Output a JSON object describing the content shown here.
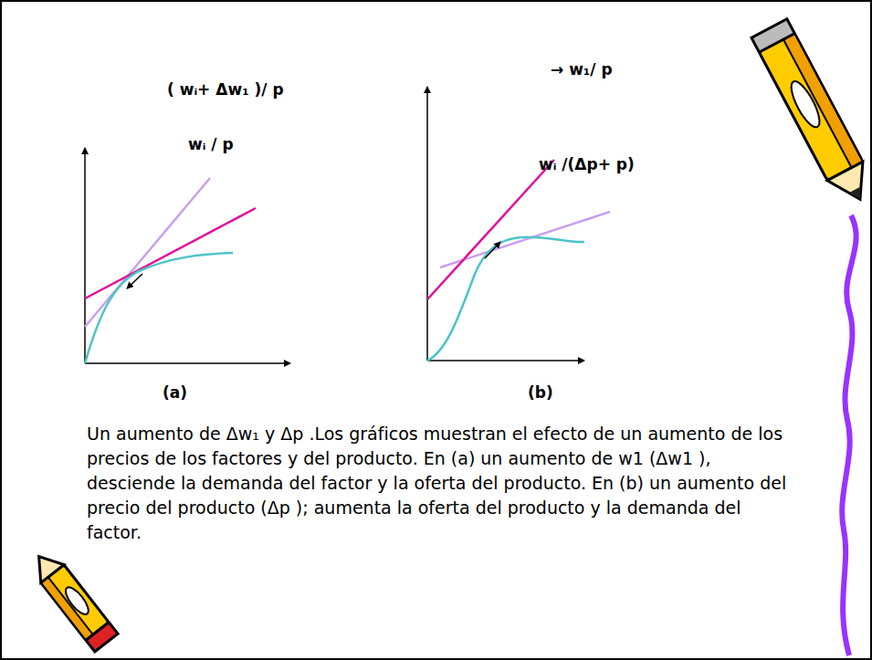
{
  "diagram": {
    "caption": "Un aumento de Δw₁ y Δp .Los gráficos muestran el efecto de un aumento de los precios de los factores y del producto. En (a) un aumento de w1 (Δw1 ), desciende la demanda del factor y la oferta del producto. En (b) un aumento del precio del producto (Δp ); aumenta la oferta del producto y la demanda del factor.",
    "labels": [
      "( wᵢ+ Δw₁ )/ p",
      "wᵢ / p",
      "(a)",
      "→ w₁/ p",
      "wᵢ /(Δp+ p)",
      "(b)"
    ]
  }
}
